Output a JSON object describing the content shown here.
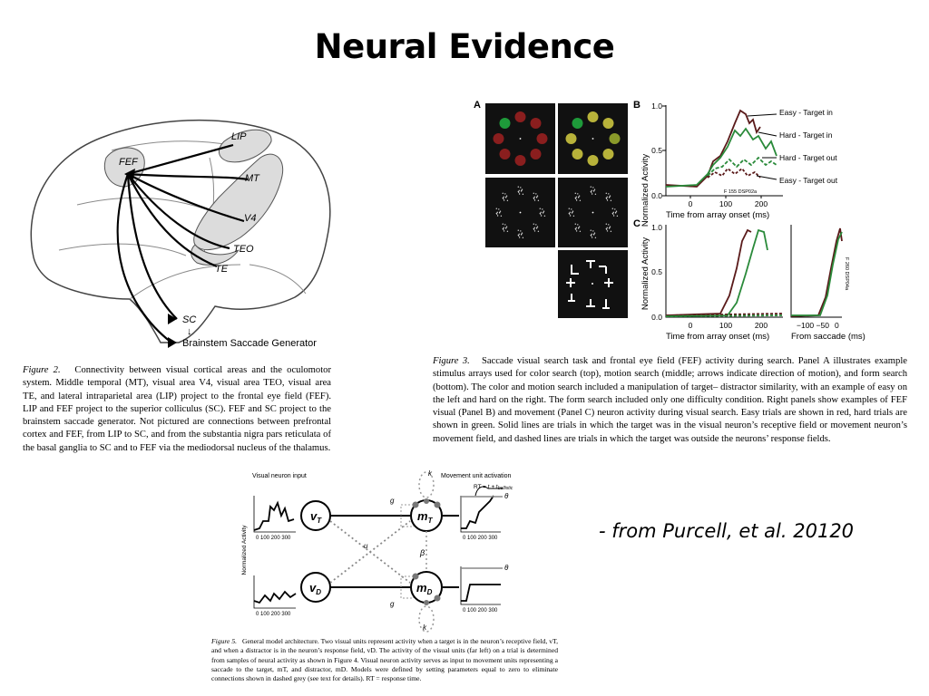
{
  "slide": {
    "title": "Neural Evidence",
    "citation": "- from Purcell, et al. 20120"
  },
  "figure2": {
    "regions": {
      "fef": "FEF",
      "lip": "LIP",
      "mt": "MT",
      "v4": "V4",
      "teo": "TEO",
      "te": "TE",
      "sc": "SC",
      "arrow_glyph": "↓",
      "brainstem": "Brainstem Saccade Generator"
    },
    "caption_label": "Figure 2.",
    "caption_text": "Connectivity between visual cortical areas and the oculomotor system. Middle temporal (MT), visual area V4, visual area TEO, visual area TE, and lateral intraparietal area (LIP) project to the frontal eye field (FEF). LIP and FEF project to the superior colliculus (SC). FEF and SC project to the brainstem saccade generator. Not pictured are connections between prefrontal cortex and FEF, from LIP to SC, and from the substantia nigra pars reticulata of the basal ganglia to SC and to FEF via the mediodorsal nucleus of the thalamus."
  },
  "figure3": {
    "panel_a": "A",
    "panel_b": "B",
    "panel_c": "C",
    "b_ylabel": "Normalized Activity",
    "b_xlabel": "Time from array onset (ms)",
    "b_yticks": [
      "1.0",
      "0.5",
      "0.0"
    ],
    "b_xticks": [
      "0",
      "100",
      "200"
    ],
    "b_cell": "F 155 DSP02a",
    "legend": [
      "Easy  - Target in",
      "Hard  - Target in",
      "Hard  - Target out",
      "Easy  - Target out"
    ],
    "c_ylabel": "Normalized Activity",
    "c_xlabel1": "Time from array onset (ms)",
    "c_xlabel2": "From saccade (ms)",
    "c_yticks": [
      "1.0",
      "0.5",
      "0.0"
    ],
    "c_xticks": [
      "0",
      "100",
      "200"
    ],
    "c_xticks2": [
      "−100 −50",
      "0"
    ],
    "c_cell": "F 260 DSP04a",
    "caption_label": "Figure 3.",
    "caption_text": "Saccade visual search task and frontal eye field (FEF) activity during search. Panel A illustrates example stimulus arrays used for color search (top), motion search (middle; arrows indicate direction of motion), and form search (bottom). The color and motion search included a manipulation of target– distractor similarity, with an example of easy on the left and hard on the right. The form search included only one difficulty condition. Right panels show examples of FEF visual (Panel B) and movement (Panel C) neuron activity during visual search. Easy trials are shown in red, hard trials are shown in green. Solid lines are trials in which the target was in the visual neuron’s receptive field or movement neuron’s movement field, and dashed lines are trials in which the target was outside the neurons’ response fields."
  },
  "figure5": {
    "visual_title": "Visual neuron input",
    "movement_title": "Movement unit activation",
    "ylabel": "Normalized Activity",
    "xticks": "0  100 200 300",
    "rt_label": "RT = t + t",
    "rt_sub": "ballistic",
    "theta": "θ",
    "vt": "v",
    "vt_sub": "T",
    "vd": "v",
    "vd_sub": "D",
    "mt": "m",
    "mt_sub": "T",
    "md": "m",
    "md_sub": "D",
    "k": "k",
    "g": "g",
    "u": "u",
    "beta": "β",
    "caption_label": "Figure 5.",
    "caption_text": "General model architecture. Two visual units represent activity when a target is in the neuron’s receptive field, vT, and when a distractor is in the neuron’s response field, vD. The activity of the visual units (far left) on a trial is determined from samples of neural activity as shown in Figure 4. Visual neuron activity serves as input to movement units representing a saccade to the target, mT, and distractor, mD. Models were defined by setting parameters equal to zero to eliminate connections shown in dashed grey (see text for details). RT = response time."
  }
}
